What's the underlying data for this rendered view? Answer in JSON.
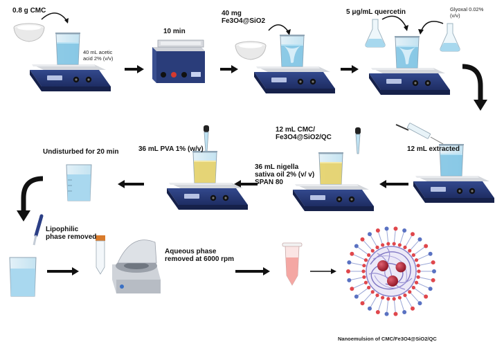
{
  "labels": {
    "cmc_mass": "0.8 g CMC",
    "acetic_acid": "40 mL acetic acid 2% (v/v)",
    "sonication_time": "10 min",
    "fe3o4_mass": "40 mg Fe3O4@SiO2",
    "quercetin": "5 μg/mL quercetin",
    "glyoxal": "Glyoxal 0.02% (v/v)",
    "extracted": "12 mL extracted",
    "cmc_mix": "12 mL CMC/ Fe3O4@SiO2/QC",
    "nigella": "36 mL nigella sativa oil 2% (v/ v) SPAN 80",
    "pva": "36 mL PVA 1% (w/v)",
    "undisturbed": "Undisturbed for 20 min",
    "lipophilic": "Lipophilic phase removed",
    "aqueous": "Aqueous phase removed at 6000 rpm",
    "nanoemulsion": "Nanoemulsion of CMC/Fe3O4@SiO2/QC"
  },
  "colors": {
    "stirrer_body": "#2a3f80",
    "stirrer_top": "#c9ccd2",
    "water": "#a9d8ef",
    "oil_mix": "#e8d77c",
    "emulsion_pink": "#f4a7a3",
    "arrow": "#111111",
    "particle_core": "#a3202d",
    "polymer": "#8c84c9",
    "tip_red": "#e0474c",
    "tip_blue": "#5a72c2"
  }
}
